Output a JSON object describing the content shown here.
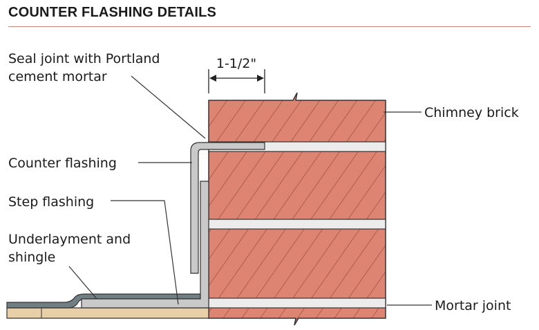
{
  "title": "COUNTER FLASHING DETAILS",
  "dimension": "1-1/2\"",
  "labels": {
    "seal_line1": "Seal joint with Portland",
    "seal_line2": "cement mortar",
    "counter_flashing": "Counter flashing",
    "step_flashing": "Step flashing",
    "underlayment_line1": "Underlayment and",
    "underlayment_line2": "shingle",
    "chimney_brick": "Chimney brick",
    "mortar_joint": "Mortar joint"
  },
  "colors": {
    "brick": "#de8472",
    "brick_hatch": "#8f4a3e",
    "mortar": "#ececec",
    "flashing": "#c9c9c9",
    "shingle": "#6f7f84",
    "sheathing": "#e8cfa8",
    "title_rule": "#c9847a"
  }
}
